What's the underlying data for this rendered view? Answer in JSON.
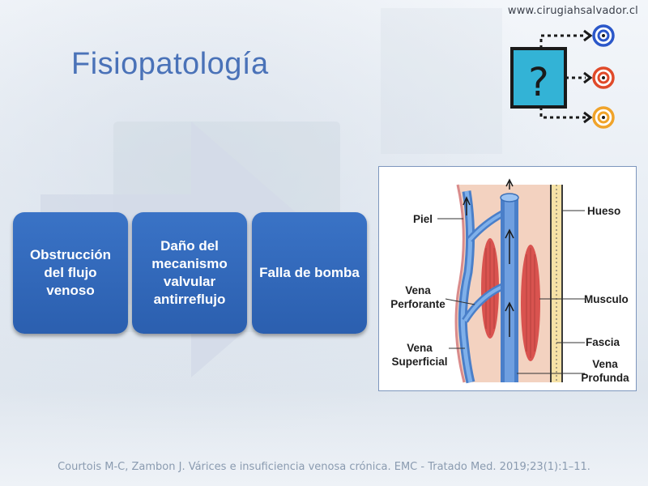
{
  "site": {
    "url": "www.cirugiahsalvador.cl"
  },
  "slide": {
    "title": "Fisiopatología"
  },
  "process": {
    "steps": [
      "Obstrucción del flujo venoso",
      "Daño del mecanismo valvular antirreflujo",
      "Falla de bomba"
    ]
  },
  "anatomy": {
    "labels": {
      "piel": "Piel",
      "vena_perforante": "Vena Perforante",
      "vena_superficial": "Vena Superficial",
      "hueso": "Hueso",
      "musculo": "Musculo",
      "fascia": "Fascia",
      "vena_profunda": "Vena Profunda"
    }
  },
  "footer": {
    "citation": "Courtois M-C, Zambon J. Várices e insuficiencia venosa crónica. EMC - Tratado Med. 2019;23(1):1–11."
  },
  "colors": {
    "title": "#4a72b8",
    "box": "#2f65b8",
    "vein": "#5b8fd6",
    "muscle": "#d9534f",
    "target_blue": "#2b57c9",
    "target_red": "#e04a2a",
    "target_orange": "#f0a32a"
  },
  "icons": [
    "question-box-icon",
    "target-icon"
  ]
}
